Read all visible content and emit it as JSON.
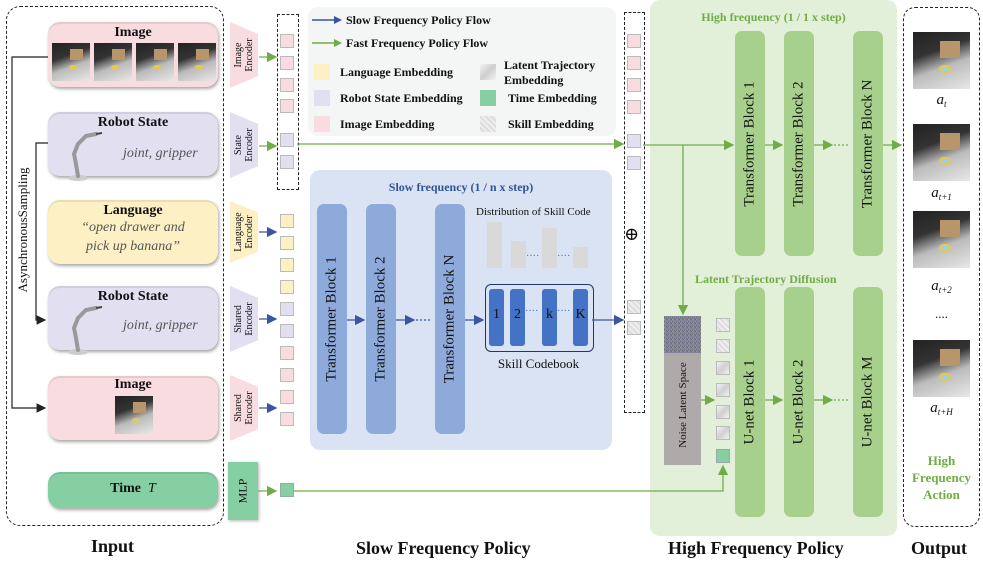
{
  "input": {
    "section_label": "Input",
    "async_label": "AsynchronousSampling",
    "image_top": {
      "title": "Image",
      "frames": 4
    },
    "robot_state_top": {
      "title": "Robot State",
      "desc": "joint, gripper"
    },
    "language": {
      "title": "Language",
      "line1": "“open drawer and",
      "line2": "pick up banana”"
    },
    "robot_state_bottom": {
      "title": "Robot State",
      "desc": "joint, gripper"
    },
    "image_bottom": {
      "title": "Image"
    },
    "time": {
      "title": "Time",
      "symbol": "T"
    }
  },
  "encoders": {
    "image": {
      "line1": "Image",
      "line2": "Encoder"
    },
    "state": {
      "line1": "State",
      "line2": "Encoder"
    },
    "language": {
      "line1": "Language",
      "line2": "Encoder"
    },
    "shared1": {
      "line1": "Shared",
      "line2": "Encoder"
    },
    "shared2": {
      "line1": "Shared",
      "line2": "Encoder"
    },
    "mlp": "MLP"
  },
  "legend": {
    "slow_flow": "Slow Frequency  Policy Flow",
    "fast_flow": "Fast Frequency  Policy Flow",
    "language_emb": "Language Embedding",
    "robot_emb": "Robot  State Embedding",
    "image_emb": "Image  Embedding",
    "latent_emb_1": "Latent  Trajectory",
    "latent_emb_2": "Embedding",
    "time_emb": "Time  Embedding",
    "skill_emb": "Skill Embedding",
    "colors": {
      "slow": "#3a55a4",
      "fast": "#70ad47",
      "language": "#fdf0c4",
      "robot": "#e2dff0",
      "image": "#f8dcdf",
      "time": "#86cfa3"
    }
  },
  "slow_policy": {
    "section_label": "Slow Frequency Policy",
    "title": "Slow frequency  (1 / n x step)",
    "blocks": [
      "Transformer  Block  1",
      "Transformer  Block  2",
      "Transformer  Block  N"
    ],
    "distribution_label": "Distribution of Skill  Code",
    "codebook_label": "Skill  Codebook",
    "codes": [
      "1",
      "2",
      "k",
      "K"
    ],
    "ellipsis": "····"
  },
  "high_policy": {
    "section_label": "High Frequency Policy",
    "title": "High frequency  (1 / 1 x step)",
    "transformer_blocks": [
      "Transformer  Block  1",
      "Transformer  Block  2",
      "Transformer  Block  N"
    ],
    "diffusion_title": "Latent  Trajectory  Diffusion",
    "noise_label": "Noise Latent Space",
    "unet_blocks": [
      "U-net Block  1",
      "U-net Block  2",
      "U-net Block  M"
    ],
    "plus_symbol": "⊕"
  },
  "output": {
    "section_label": "Output",
    "actions": [
      {
        "base": "a",
        "sub": "t"
      },
      {
        "base": "a",
        "sub": "t+1"
      },
      {
        "base": "a",
        "sub": "t+2"
      },
      {
        "base": "a",
        "sub": "t+H"
      }
    ],
    "ellipsis": "....",
    "label_line1": "High",
    "label_line2": "Frequency",
    "label_line3": "Action"
  }
}
